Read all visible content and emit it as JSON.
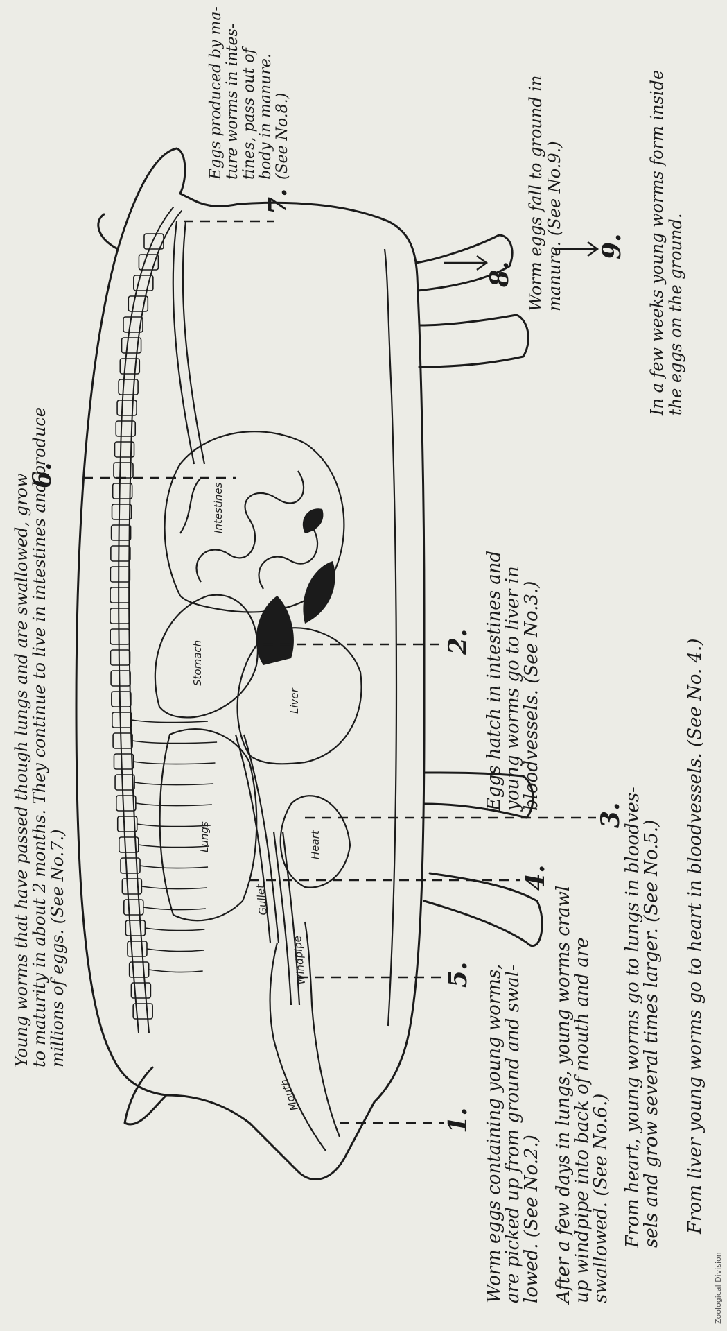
{
  "numbers": [
    "1.",
    "2.",
    "3.",
    "4.",
    "5.",
    "6.",
    "7.",
    "8.",
    "9."
  ],
  "captions": {
    "c1": [
      "Worm eggs containing young worms,",
      "are picked up from ground and swal-",
      "lowed. (See No.2.)"
    ],
    "c5": [
      "After a few days in lungs, young worms crawl",
      "up windpipe into back of mouth and are",
      "swallowed. (See No.6.)"
    ],
    "c4": [
      "From heart, young worms go to lungs in bloodves-",
      "sels and grow several times larger. (See No.5.)"
    ],
    "c3": [
      "From liver young worms go to heart in bloodvessels. (See No. 4.)"
    ],
    "c2": [
      "Eggs hatch in intestines and",
      "young worms go to liver in",
      "bloodvessels. (See No.3.)"
    ],
    "c6": [
      "Young worms that have passed though lungs and are swallowed, grow",
      "to maturity in about 2 months. They continue to live in intestines and produce",
      "millions of eggs. (See No.7.)"
    ],
    "c7": [
      "Eggs produced by ma-",
      "ture worms in intes-",
      "tines, pass out of",
      "body in manure.",
      "(See No.8.)"
    ],
    "c8": [
      "Worm eggs fall to ground in",
      "manure. (See No.9.)"
    ],
    "c9": [
      "In a few weeks young worms form inside",
      "the eggs on the ground."
    ]
  },
  "organs": {
    "mouth": "Mouth",
    "windpipe": "Windpipe",
    "gullet": "Gullet",
    "lungs": "Lungs",
    "heart": "Heart",
    "liver": "Liver",
    "stomach": "Stomach",
    "intestines": "Intestines"
  },
  "credit": "Zoological Division"
}
